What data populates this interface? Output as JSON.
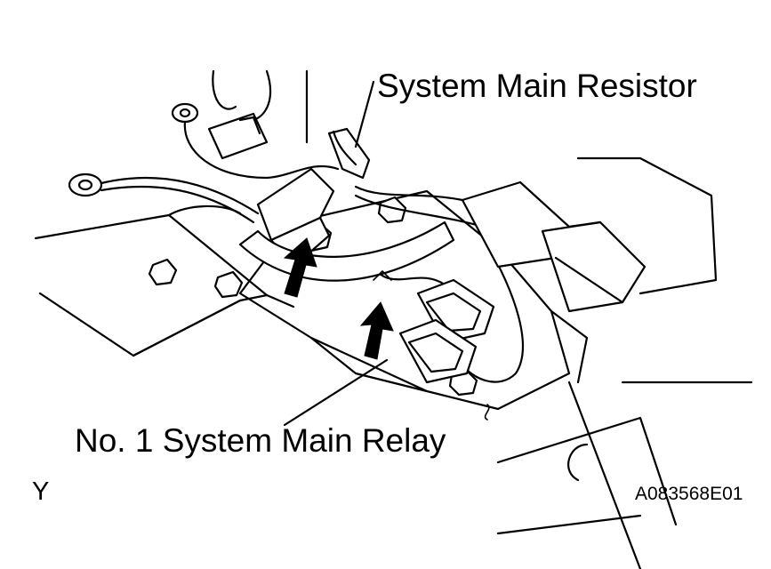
{
  "labels": {
    "resistor": "System Main Resistor",
    "relay": "No. 1 System Main Relay",
    "view": "Y",
    "code": "A083568E01"
  },
  "colors": {
    "line": "#000000",
    "background": "#ffffff"
  },
  "icons": [
    "up-arrow-icon",
    "up-arrow-icon"
  ]
}
